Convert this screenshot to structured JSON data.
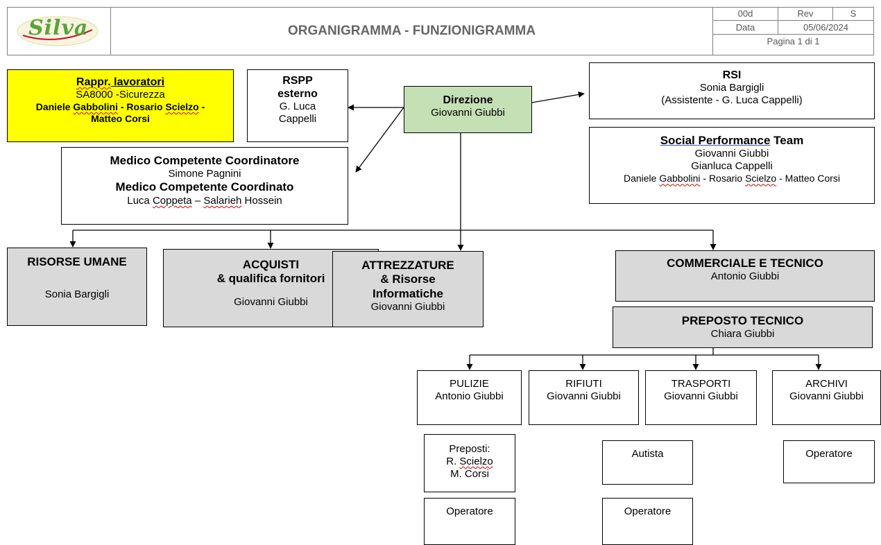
{
  "header": {
    "logo_text": "Silva",
    "title": "ORGANIGRAMMA - FUNZIONIGRAMMA",
    "code": "00d",
    "rev_label": "Rev",
    "rev_value": "S",
    "date_label": "Data",
    "date_value": "05/06/2024",
    "page": "Pagina 1 di 1"
  },
  "rappr": {
    "title": "Rappr.",
    "title_rest": " lavoratori",
    "subtitle": "SA8000 -Sicurezza",
    "names_1a": "Daniele ",
    "names_1b": "Gabbolini",
    "names_1c": " - Rosario ",
    "names_1d": "Scielzo",
    "names_1e": " -",
    "names_2": "Matteo Corsi"
  },
  "rspp": {
    "title_1": "RSPP",
    "title_2": "esterno",
    "name_1": "G. Luca",
    "name_2": "Cappelli"
  },
  "direzione": {
    "title": "Direzione",
    "name": "Giovanni Giubbi"
  },
  "rsi": {
    "title": "RSI",
    "name": "Sonia Bargigli",
    "assistant": "(Assistente - G. Luca Cappelli)"
  },
  "spt": {
    "title_a": "Social  Performance",
    "title_b": " Team",
    "member_1": "Giovanni Giubbi",
    "member_2": "Gianluca Cappelli",
    "m3a": "Daniele ",
    "m3b": "Gabbolini",
    "m3c": " - Rosario ",
    "m3d": "Scielzo",
    "m3e": " - Matteo Corsi"
  },
  "medico": {
    "title_1": "Medico Competente Coordinatore",
    "name_1": "Simone Pagnini",
    "title_2": "Medico Competente Coordinato",
    "n2a": "Luca ",
    "n2b": "Coppeta",
    "n2c": " – ",
    "n2d": "Salarieh",
    "n2e": " Hossein"
  },
  "risorse": {
    "title": "RISORSE UMANE",
    "name": "Sonia Bargigli"
  },
  "acquisti": {
    "title_1": "ACQUISTI",
    "title_2": "& qualifica fornitori",
    "name": "Giovanni Giubbi"
  },
  "attrezzature": {
    "title_1": "ATTREZZATURE",
    "title_2": "& Risorse",
    "title_3": "Informatiche",
    "name": "Giovanni Giubbi"
  },
  "commerciale": {
    "title": "COMMERCIALE E TECNICO",
    "name": "Antonio Giubbi"
  },
  "preposto": {
    "title": "PREPOSTO TECNICO",
    "name": "Chiara Giubbi"
  },
  "pulizie": {
    "title": "PULIZIE",
    "name": "Antonio Giubbi"
  },
  "rifiuti": {
    "title": "RIFIUTI",
    "name": "Giovanni Giubbi"
  },
  "trasporti": {
    "title": "TRASPORTI",
    "name": "Giovanni Giubbi"
  },
  "archivi": {
    "title": "ARCHIVI",
    "name": "Giovanni Giubbi"
  },
  "preposti": {
    "label": "Preposti:",
    "n1a": "R. ",
    "n1b": "Scielzo",
    "n2": "M. Corsi"
  },
  "pulizie_operatore": "Operatore",
  "autista": "Autista",
  "trasporti_operatore": "Operatore",
  "archivi_operatore": "Operatore"
}
